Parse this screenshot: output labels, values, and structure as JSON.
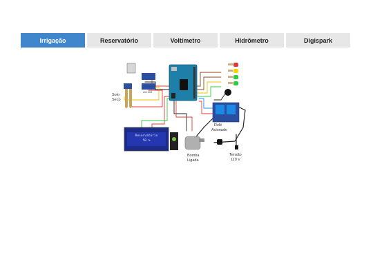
{
  "tabs": [
    {
      "label": "Irrigação",
      "active": true
    },
    {
      "label": "Reservatório",
      "active": false
    },
    {
      "label": "Voltímetro",
      "active": false
    },
    {
      "label": "Hidrômetro",
      "active": false
    },
    {
      "label": "Digispark",
      "active": false
    }
  ],
  "diagram": {
    "labels": {
      "solo_line1": "Solo",
      "solo_line2": "Seco",
      "rele_line1": "Relé",
      "rele_line2": "Acionado",
      "bomba_line1": "Bomba",
      "bomba_line2": "Ligada",
      "tensao_line1": "Tensão",
      "tensao_line2": "110 V",
      "sensor_chip": "LM 393"
    },
    "lcd": {
      "line1": "Reservatório",
      "line2": "50 %"
    }
  },
  "colors": {
    "active_tab": "#3f86cc",
    "inactive_tab": "#e7e7e7",
    "arduino_board": "#1e7fa8",
    "lcd_screen": "#2436b0"
  }
}
